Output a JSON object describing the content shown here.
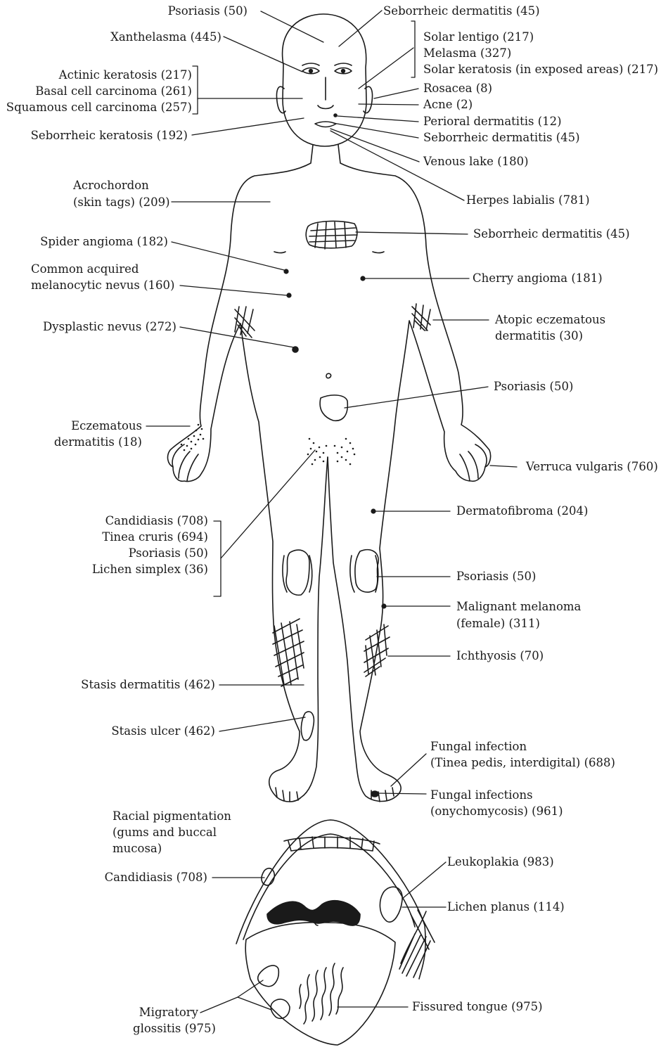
{
  "labels": {
    "psoriasis_head": "Psoriasis (50)",
    "seb_derm_scalp": "Seborrheic dermatitis (45)",
    "xanthelasma": "Xanthelasma (445)",
    "solar_lentigo": "Solar lentigo (217)",
    "melasma": "Melasma (327)",
    "solar_keratosis": "Solar keratosis (in exposed areas) (217)",
    "actinic_keratosis": "Actinic keratosis (217)",
    "basal_cell": "Basal cell carcinoma (261)",
    "squamous_cell": "Squamous cell carcinoma (257)",
    "rosacea": "Rosacea (8)",
    "acne": "Acne (2)",
    "perioral": "Perioral dermatitis (12)",
    "seb_derm_mouth": "Seborrheic dermatitis (45)",
    "seb_keratosis": "Seborrheic keratosis (192)",
    "venous_lake": "Venous lake (180)",
    "acrochordon_1": "Acrochordon",
    "acrochordon_2": "(skin tags) (209)",
    "herpes": "Herpes labialis (781)",
    "seb_derm_chest": "Seborrheic dermatitis (45)",
    "spider_angioma": "Spider angioma (182)",
    "common_nevus_1": "Common acquired",
    "common_nevus_2": "melanocytic nevus (160)",
    "cherry_angioma": "Cherry angioma (181)",
    "dysplastic": "Dysplastic nevus (272)",
    "atopic_1": "Atopic eczematous",
    "atopic_2": "dermatitis (30)",
    "psoriasis_abd": "Psoriasis (50)",
    "eczematous_1": "Eczematous",
    "eczematous_2": "dermatitis (18)",
    "verruca": "Verruca vulgaris (760)",
    "dermatofibroma": "Dermatofibroma (204)",
    "candidiasis_groin": "Candidiasis (708)",
    "tinea_cruris": "Tinea cruris (694)",
    "psoriasis_groin": "Psoriasis (50)",
    "lichen_simplex": "Lichen simplex (36)",
    "psoriasis_knee": "Psoriasis (50)",
    "melanoma_1": "Malignant melanoma",
    "melanoma_2": "(female) (311)",
    "ichthyosis": "Ichthyosis (70)",
    "stasis_derm": "Stasis dermatitis (462)",
    "stasis_ulcer": "Stasis ulcer (462)",
    "fungal_1": "Fungal infection",
    "fungal_2": "(Tinea pedis, interdigital) (688)",
    "onycho_1": "Fungal infections",
    "onycho_2": "(onychomycosis) (961)",
    "racial_1": "Racial pigmentation",
    "racial_2": "(gums and buccal",
    "racial_3": "mucosa)",
    "candidiasis_mouth": "Candidiasis (708)",
    "leukoplakia": "Leukoplakia (983)",
    "lichen_planus": "Lichen planus (114)",
    "fissured": "Fissured tongue (975)",
    "migratory_1": "Migratory",
    "migratory_2": "glossitis (975)"
  },
  "colors": {
    "line": "#1a1a1a",
    "text": "#1a1a1a",
    "background": "#ffffff"
  }
}
